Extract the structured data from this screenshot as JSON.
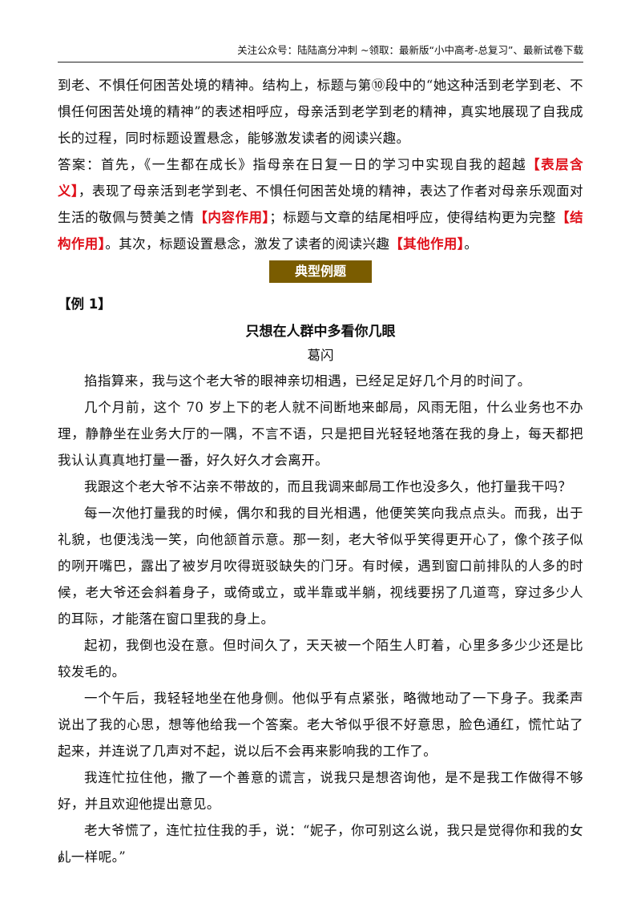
{
  "header": {
    "text": "关注公众号：陆陆高分冲刺  ~领取：最新版“小中高考-总复习”、最新试卷下载"
  },
  "analysis": {
    "p1": "到老、不惧任何困苦处境的精神。结构上，标题与第⑩段中的“她这种活到老学到老、不惧任何困苦处境的精神”的表述相呼应，母亲活到老学到老的精神，真实地展现了自我成长的过程，同时标题设置悬念，能够激发读者的阅读兴趣。",
    "answer": {
      "seg1": "答案：首先，《一生都在成长》指母亲在日复一日的学习中实现自我的超越",
      "tag1": "【表层含义】",
      "seg2": "，表现了母亲活到老学到老、不惧任何困苦处境的精神，表达了作者对母亲乐观面对生活的敬佩与赞美之情",
      "tag2": "【内容作用】",
      "seg3": "；标题与文章的结尾相呼应，使得结构更为完整",
      "tag3": "【结构作用】",
      "seg4": "。其次，标题设置悬念，激发了读者的阅读兴趣",
      "tag4": "【其他作用】",
      "seg5": "。"
    }
  },
  "banner": {
    "label": "典型例题"
  },
  "example": {
    "label": "【例 1】",
    "title": "只想在人群中多看你几眼",
    "author": "葛闪",
    "paragraphs": [
      "掐指算来，我与这个老大爷的眼神亲切相遇，已经足足好几个月的时间了。",
      "几个月前，这个 70 岁上下的老人就不间断地来邮局，风雨无阻，什么业务也不办理，静静坐在业务大厅的一隅，不言不语，只是把目光轻轻地落在我的身上，每天都把我认认真真地打量一番，好久好久才会离开。",
      "我跟这个老大爷不沾亲不带故的，而且我调来邮局工作也没多久，他打量我干吗？",
      "每一次他打量我的时候，偶尔和我的目光相遇，他便笑笑向我点点头。而我，出于礼貌，也便浅浅一笑，向他颔首示意。那一刻，老大爷似乎笑得更开心了，像个孩子似的咧开嘴巴，露出了被岁月吹得斑驳缺失的门牙。有时候，遇到窗口前排队的人多的时候，老大爷还会斜着身子，或倚或立，或半靠或半躺，视线要拐了几道弯，穿过多少人的耳际，才能落在窗口里我的身上。",
      "起初，我倒也没在意。但时间久了，天天被一个陌生人盯着，心里多多少少还是比较发毛的。",
      "一个午后，我轻轻地坐在他身侧。他似乎有点紧张，略微地动了一下身子。我柔声说出了我的心思，想等他给我一个答案。老大爷似乎很不好意思，脸色通红，慌忙站了起来，并连说了几声对不起，说以后不会再来影响我的工作了。",
      "我连忙拉住他，撒了一个善意的谎言，说我只是想咨询他，是不是我工作做得不够好，并且欢迎他提出意见。",
      "老大爷慌了，连忙拉住我的手，说：“妮子，你可别这么说，我只是觉得你和我的女儿一样呢。”"
    ]
  },
  "page_number": "6"
}
